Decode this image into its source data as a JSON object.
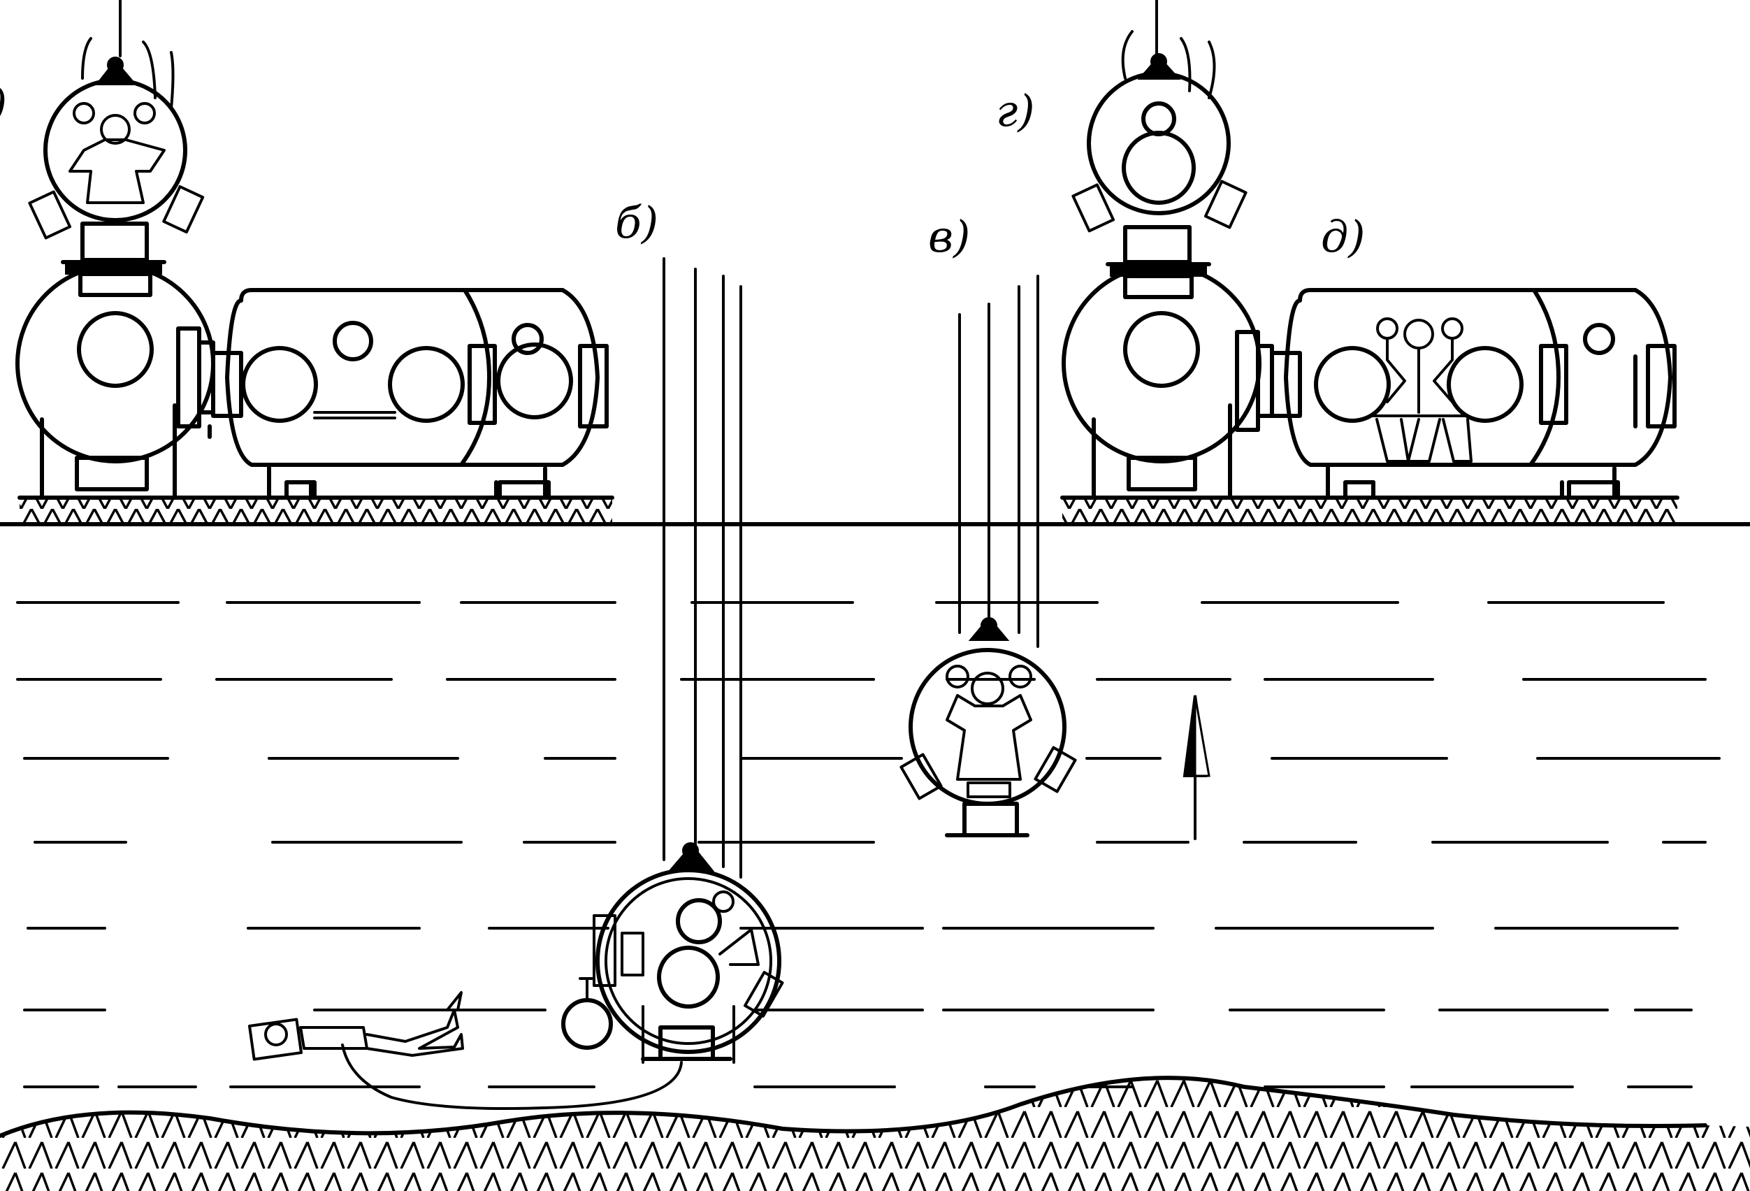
{
  "labels": {
    "a": ")",
    "b": "б)",
    "v": "в)",
    "g": "г)",
    "d": "д)"
  },
  "colors": {
    "ink": "#000000",
    "paper": "#ffffff"
  },
  "icons": {
    "ascent": "arrow-up-icon"
  }
}
